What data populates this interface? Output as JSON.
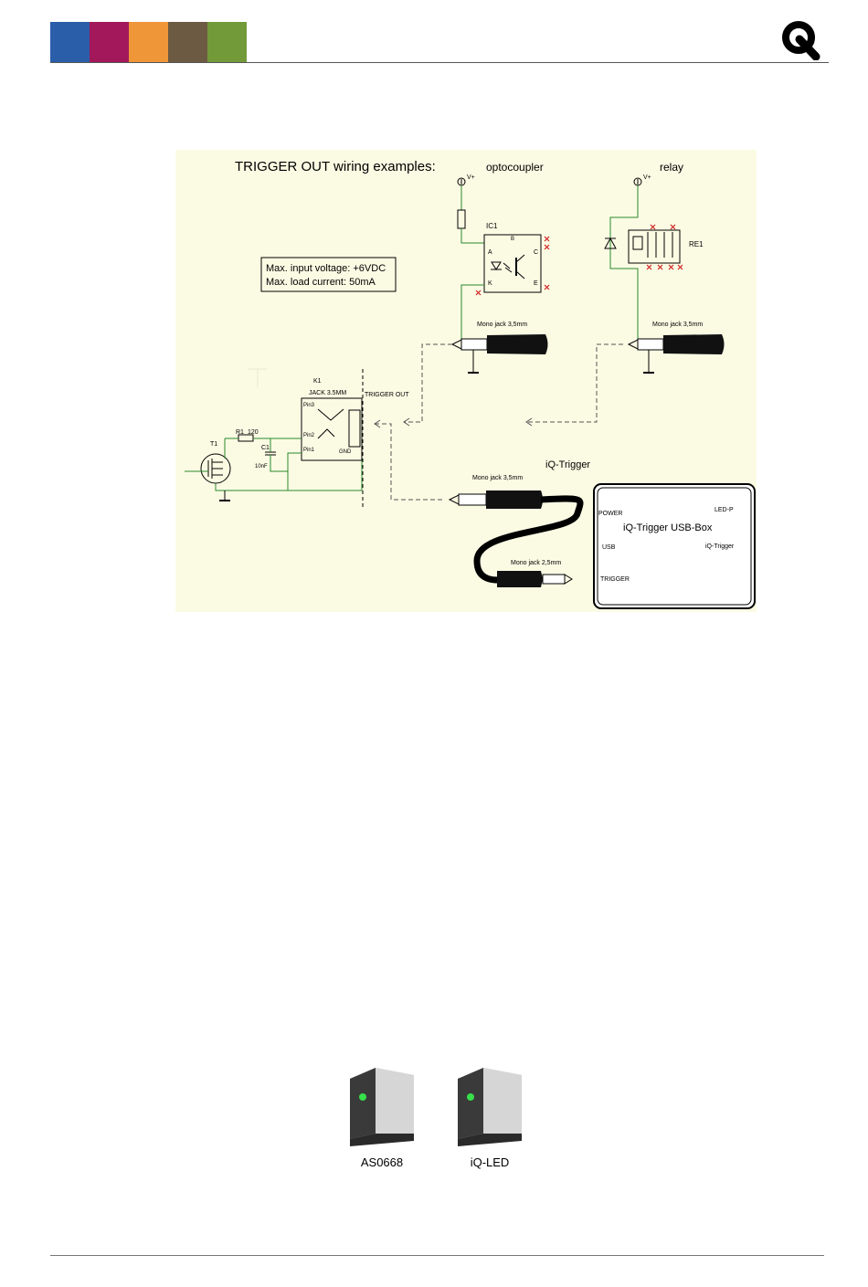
{
  "header": {
    "colors": [
      "#2a5ea9",
      "#a3185b",
      "#ef9639",
      "#6d5a43",
      "#739a39"
    ],
    "logo_icon": "iq-logo-icon"
  },
  "diagram": {
    "title": "TRIGGER OUT wiring examples:",
    "spec_line1": "Max. input voltage: +6VDC",
    "spec_line2": "Max. load current:  50mA",
    "optocoupler": "optocoupler",
    "relay": "relay",
    "vplus": "V+",
    "ic1": "IC1",
    "re1": "RE1",
    "pin_a": "A",
    "pin_k": "K",
    "pin_b": "B",
    "pin_c": "C",
    "pin_e": "E",
    "mono_jack_35": "Mono jack 3,5mm",
    "mono_jack_25": "Mono jack 2,5mm",
    "k1": "K1",
    "jack_35mm": "JACK 3.5MM",
    "trigger_out": "TRIGGER OUT",
    "pin3": "Pin3",
    "pin2": "Pin2",
    "pin1": "Pin1",
    "gnd": "GND",
    "t1": "T1",
    "r1": "R1",
    "r1_value": "120",
    "c1": "C1",
    "c1_value": "10nF",
    "iq_trigger": "iQ-Trigger",
    "box_title": "iQ-Trigger USB-Box",
    "box_power": "POWER",
    "box_led": "LED-P",
    "box_usb": "USB",
    "box_iqtrigger": "iQ-Trigger",
    "box_trigger": "TRIGGER"
  },
  "devices": [
    {
      "label": "AS0668",
      "icon": "server-icon"
    },
    {
      "label": "iQ-LED",
      "icon": "server-icon"
    }
  ]
}
